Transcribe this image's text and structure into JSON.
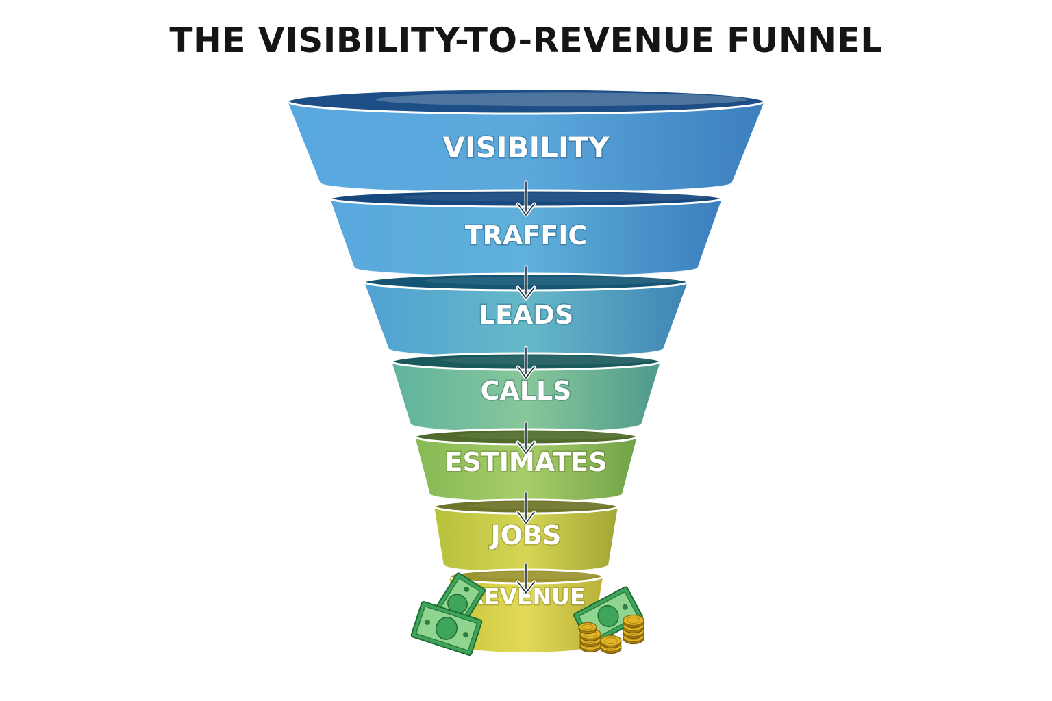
{
  "title": "THE VISIBILITY-TO-REVENUE FUNNEL",
  "stages": [
    {
      "label": "VISIBILITY",
      "color_left": "#5aa8e0",
      "color_mid": "#5ca8dc",
      "color_right": "#3b7fbd",
      "inner": "#1d4f86"
    },
    {
      "label": "TRAFFIC",
      "color_left": "#5aa8de",
      "color_mid": "#5fb0da",
      "color_right": "#3b7fbd",
      "inner": "#16477d"
    },
    {
      "label": "LEADS",
      "color_left": "#4fa2d2",
      "color_mid": "#66b8c8",
      "color_right": "#3f85b6",
      "inner": "#155573"
    },
    {
      "label": "CALLS",
      "color_left": "#5fb39e",
      "color_mid": "#88c79a",
      "color_right": "#4f9a8e",
      "inner": "#1b5a5c"
    },
    {
      "label": "ESTIMATES",
      "color_left": "#86b955",
      "color_mid": "#a7cd6a",
      "color_right": "#70a248",
      "inner": "#4f6a2a"
    },
    {
      "label": "JOBS",
      "color_left": "#b7c23c",
      "color_mid": "#d6d455",
      "color_right": "#a2a634",
      "inner": "#6d7328"
    },
    {
      "label": "REVENUE",
      "color_left": "#c9c53a",
      "color_mid": "#e2da58",
      "color_right": "#b9b23a",
      "inner": "#9b9330"
    }
  ],
  "decorations": {
    "left": "money-bills-icon",
    "right": "money-and-coins-icon",
    "bill_color": "#3fa55a",
    "coin_color": "#e0b628"
  }
}
